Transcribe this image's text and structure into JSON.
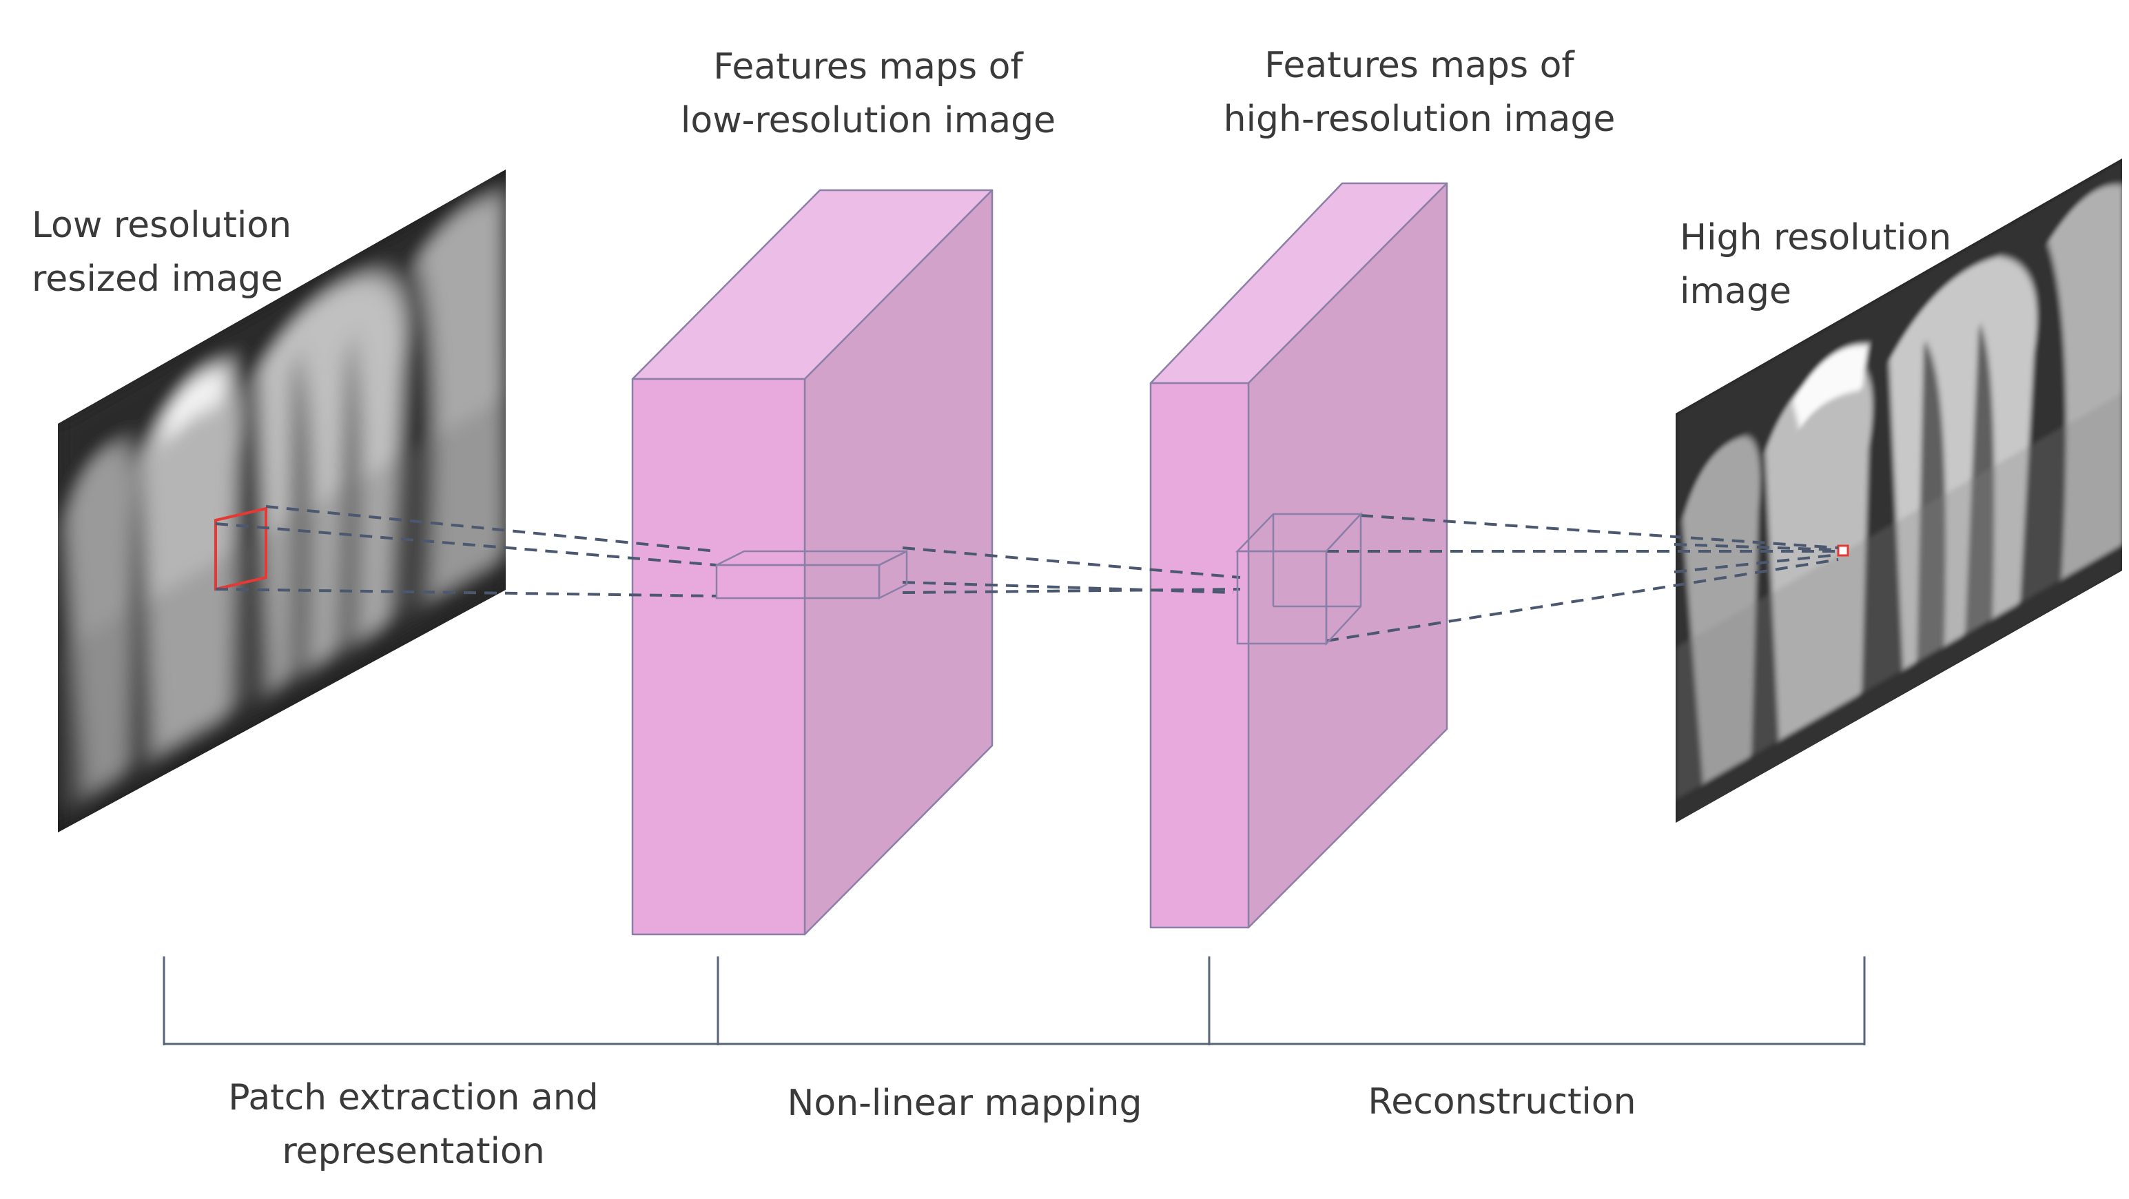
{
  "labels": {
    "low_res_input": [
      "Low resolution",
      "resized image"
    ],
    "low_res_features": [
      "Features maps of",
      "low-resolution image"
    ],
    "high_res_features": [
      "Features maps of",
      "high-resolution image"
    ],
    "high_res_output": [
      "High resolution",
      "image"
    ],
    "stages": {
      "patch_extraction": [
        "Patch extraction and",
        "representation"
      ],
      "nonlinear_mapping": "Non-linear mapping",
      "reconstruction": "Reconstruction"
    }
  },
  "colors": {
    "block_front": "#e8aadc",
    "block_side": "#d2a2cb",
    "block_top": "#ecbde6",
    "block_edge": "#8b7fa8",
    "dashed_line": "#4b5870",
    "patch_box": "#e53935",
    "bracket": "#5a6478",
    "text": "#3a3a3a"
  }
}
